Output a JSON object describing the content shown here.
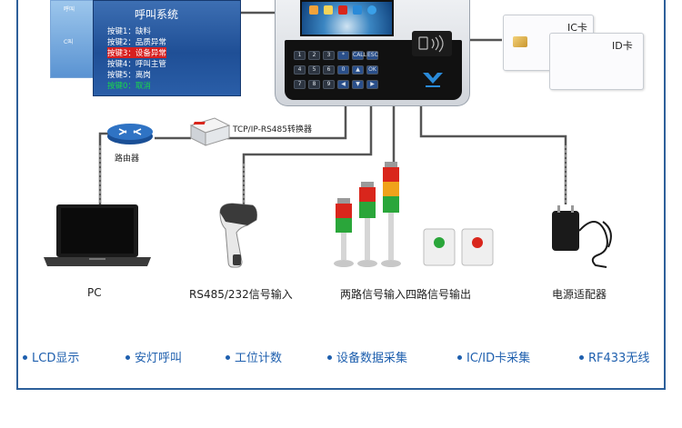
{
  "menu": {
    "title": "呼叫系统",
    "thumbs": [
      "呼叫",
      "C叫"
    ],
    "items": [
      {
        "text": "按键1：缺料",
        "style": "normal"
      },
      {
        "text": "按键2：品质异常",
        "style": "normal"
      },
      {
        "text": "按键3：设备异常",
        "style": "highlight"
      },
      {
        "text": "按键4：呼叫主管",
        "style": "normal"
      },
      {
        "text": "按键5：离岗",
        "style": "normal"
      },
      {
        "text": "按键0：取消",
        "style": "green"
      }
    ]
  },
  "terminal": {
    "keys": [
      [
        "1",
        "2",
        "3",
        "*",
        "CALL",
        "ESC"
      ],
      [
        "4",
        "5",
        "6",
        "0",
        "▲",
        "OK"
      ],
      [
        "7",
        "8",
        "9",
        "◀",
        "▼",
        "▶"
      ]
    ]
  },
  "cards": {
    "ic": "IC卡",
    "id": "ID卡"
  },
  "network": {
    "converter": "TCP/IP-RS485转换器",
    "router": "路由器"
  },
  "devices": {
    "pc": "PC",
    "scanner": "RS485/232信号输入",
    "io": "两路信号输入四路信号输出",
    "power": "电源适配器"
  },
  "features": [
    "LCD显示",
    "安灯呼叫",
    "工位计数",
    "设备数据采集",
    "IC/ID卡采集",
    "RF433无线"
  ],
  "colors": {
    "accent": "#1e5fae",
    "frame": "#2d5f9a",
    "wire": "#555555",
    "light_red": "#d9261c",
    "light_yellow": "#f0a21a",
    "light_green": "#2aa63a"
  }
}
